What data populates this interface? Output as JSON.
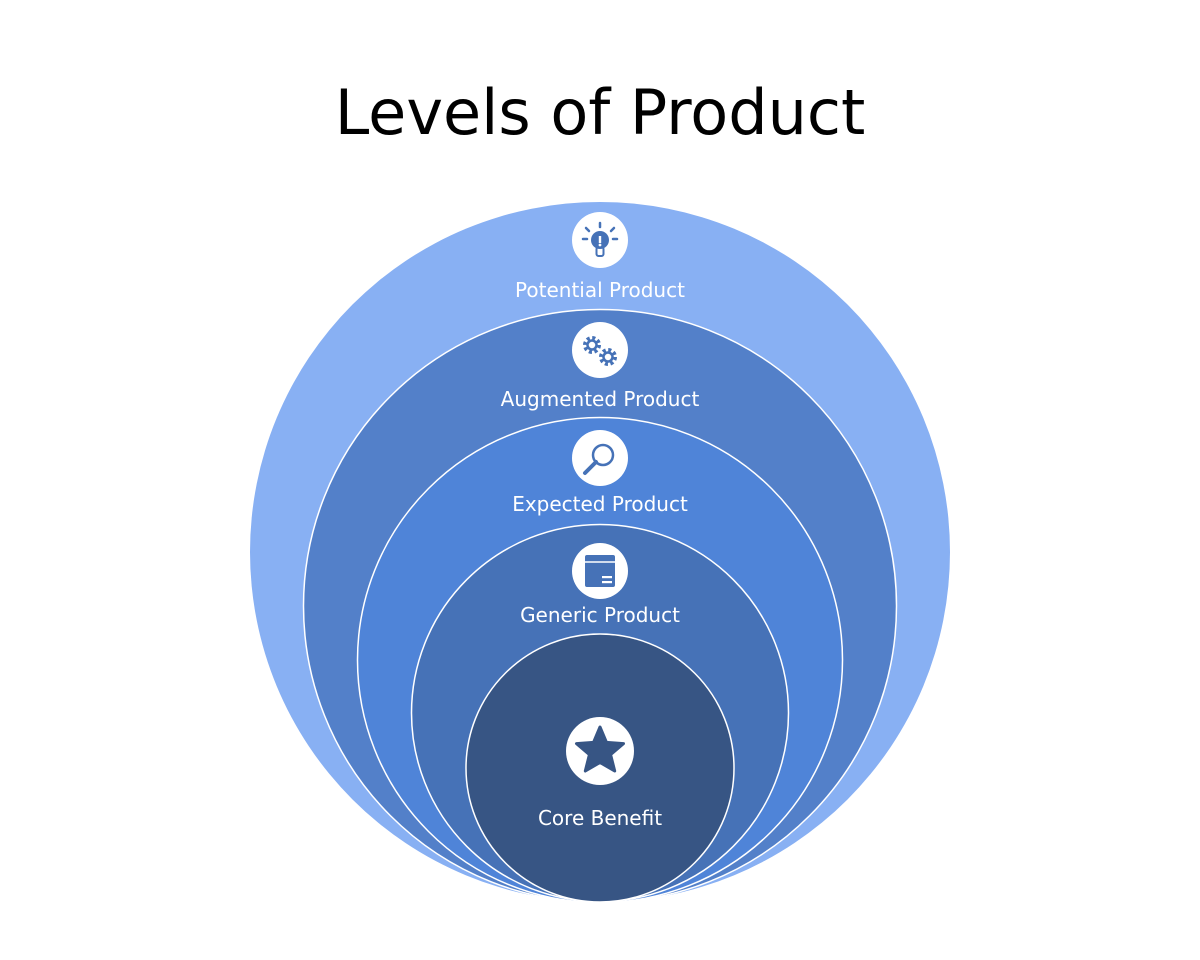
{
  "title": "Levels of Product",
  "colors": {
    "potential": "#88b0f3",
    "augmented": "#5380c9",
    "expected": "#4f84d8",
    "generic": "#4672b7",
    "core": "#375584",
    "ring_border": "#ffffff",
    "icon_badge": "#ffffff"
  },
  "levels": [
    {
      "label": "Potential Product",
      "icon": "lightbulb-icon",
      "color_key": "potential"
    },
    {
      "label": "Augmented Product",
      "icon": "gears-icon",
      "color_key": "augmented"
    },
    {
      "label": "Expected Product",
      "icon": "magnifier-icon",
      "color_key": "expected"
    },
    {
      "label": "Generic Product",
      "icon": "box-icon",
      "color_key": "generic"
    },
    {
      "label": "Core Benefit",
      "icon": "star-icon",
      "color_key": "core"
    }
  ]
}
